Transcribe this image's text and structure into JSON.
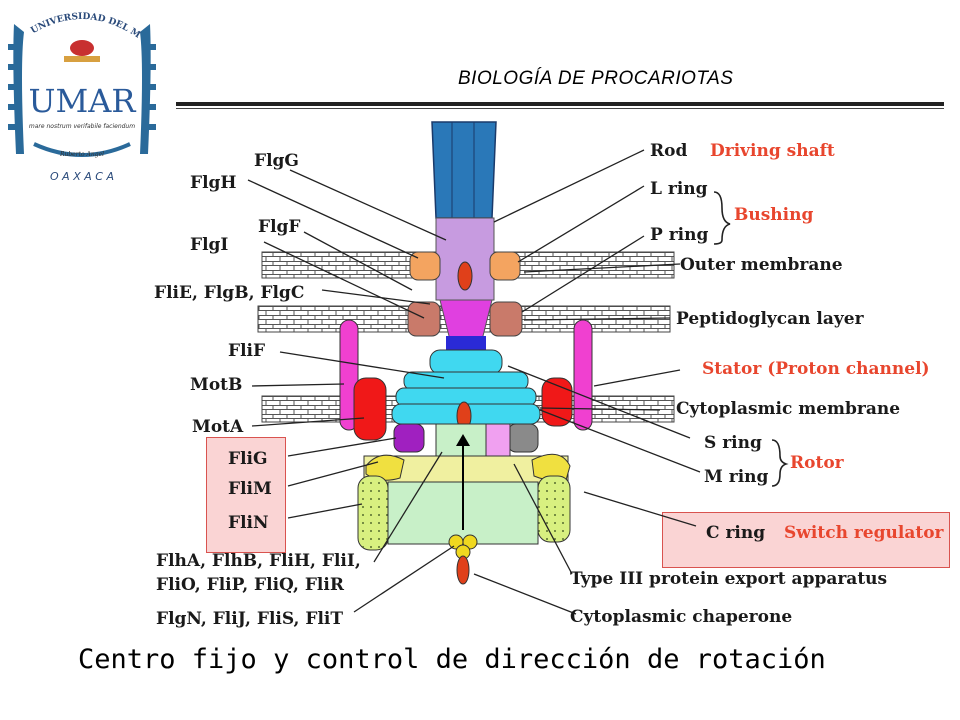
{
  "header": {
    "title": "BIOLOGÍA DE PROCARIOTAS"
  },
  "logo": {
    "arc_text": "UNIVERSIDAD DEL MAR",
    "letters": "UMAR",
    "motto": "mare nostrum verifabile faciendum",
    "founder": "Ruberto Angel",
    "place": "O A X A C A"
  },
  "labels_left": {
    "flgh": "FlgH",
    "flgg": "FlgG",
    "flgi": "FlgI",
    "flgf": "FlgF",
    "flie_flgb_flgc": "FliE, FlgB, FlgC",
    "flif": "FliF",
    "motb": "MotB",
    "mota": "MotA",
    "flig": "FliG",
    "flim": "FliM",
    "flin": "FliN",
    "export_line1": "FlhA, FlhB, FliH, FliI,",
    "export_line2": "FliO, FliP, FliQ, FliR",
    "chaperone_proteins": "FlgN, FliJ, FliS, FliT"
  },
  "labels_right": {
    "rod": "Rod",
    "l_ring": "L ring",
    "p_ring": "P ring",
    "outer_membrane": "Outer membrane",
    "peptidoglycan": "Peptidoglycan layer",
    "cytoplasmic_membrane": "Cytoplasmic membrane",
    "s_ring": "S ring",
    "m_ring": "M ring",
    "c_ring": "C ring",
    "type3": "Type III protein export apparatus",
    "cyto_chaperone": "Cytoplasmic chaperone"
  },
  "labels_function": {
    "driving_shaft": "Driving shaft",
    "bushing": "Bushing",
    "stator": "Stator (Proton channel)",
    "rotor": "Rotor",
    "switch_regulator": "Switch regulator"
  },
  "caption": "Centro fijo y control de dirección de rotación",
  "colors": {
    "filament": "#2a78b8",
    "rod": "#c79be0",
    "l_ring": "#f4a460",
    "p_ring": "#c97a6a",
    "channel": "#2a2ad6",
    "ms_ring": "#40d8f0",
    "stator_motb": "#f040d0",
    "stator_mota": "#f01818",
    "flig": "#a020c0",
    "flim": "#f0e040",
    "flin": "#d8f080",
    "export": "#c8f0c8",
    "highlight": "#f4a0a0",
    "accent_text": "#e8462e"
  }
}
